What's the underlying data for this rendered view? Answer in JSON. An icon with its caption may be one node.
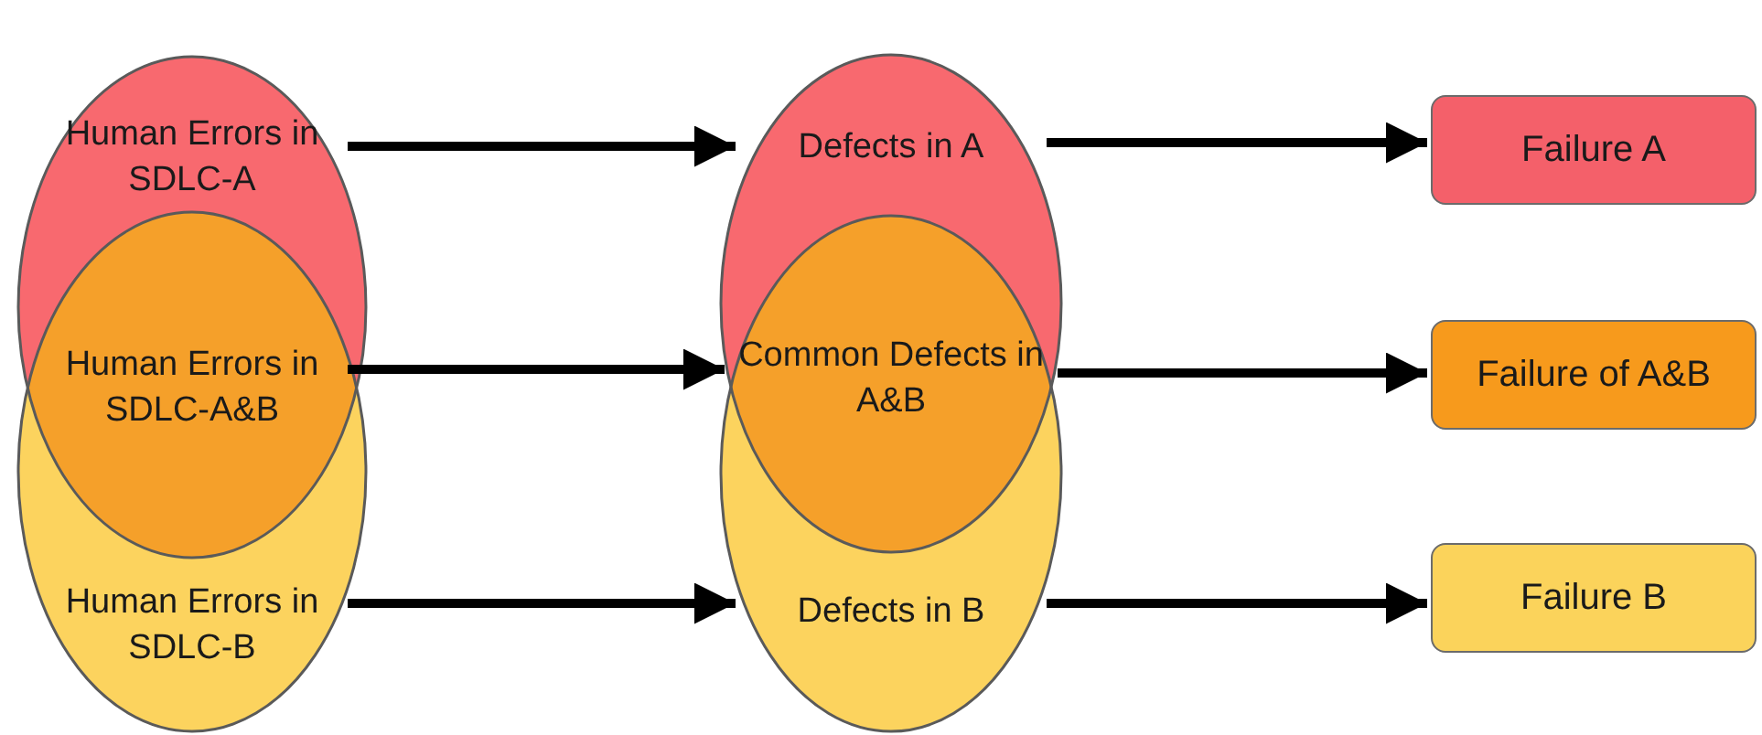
{
  "diagram": {
    "nodes": [
      {
        "text": [
          "Human Errors in SDLC-A"
        ]
      },
      {
        "text": [
          "Human Errors in SDLC-A&B"
        ]
      },
      {
        "text": [
          "Human Errors in SDLC-B"
        ]
      },
      {
        "text": [
          "Defects in A"
        ]
      },
      {
        "text": [
          "Common Defects in A&B"
        ]
      },
      {
        "text": [
          "Defects in B"
        ]
      },
      {
        "text": [
          "Failure A"
        ]
      },
      {
        "text": [
          "Failure of A&B"
        ]
      },
      {
        "text": [
          "Failure B"
        ]
      }
    ],
    "edges": [
      {
        "from": 0,
        "to": 3,
        "arrow": "to"
      },
      {
        "from": 1,
        "to": 4,
        "arrow": "to"
      },
      {
        "from": 2,
        "to": 5,
        "arrow": "to"
      },
      {
        "from": 3,
        "to": 6,
        "arrow": "to"
      },
      {
        "from": 4,
        "to": 7,
        "arrow": "to"
      },
      {
        "from": 5,
        "to": 8,
        "arrow": "to"
      }
    ]
  }
}
